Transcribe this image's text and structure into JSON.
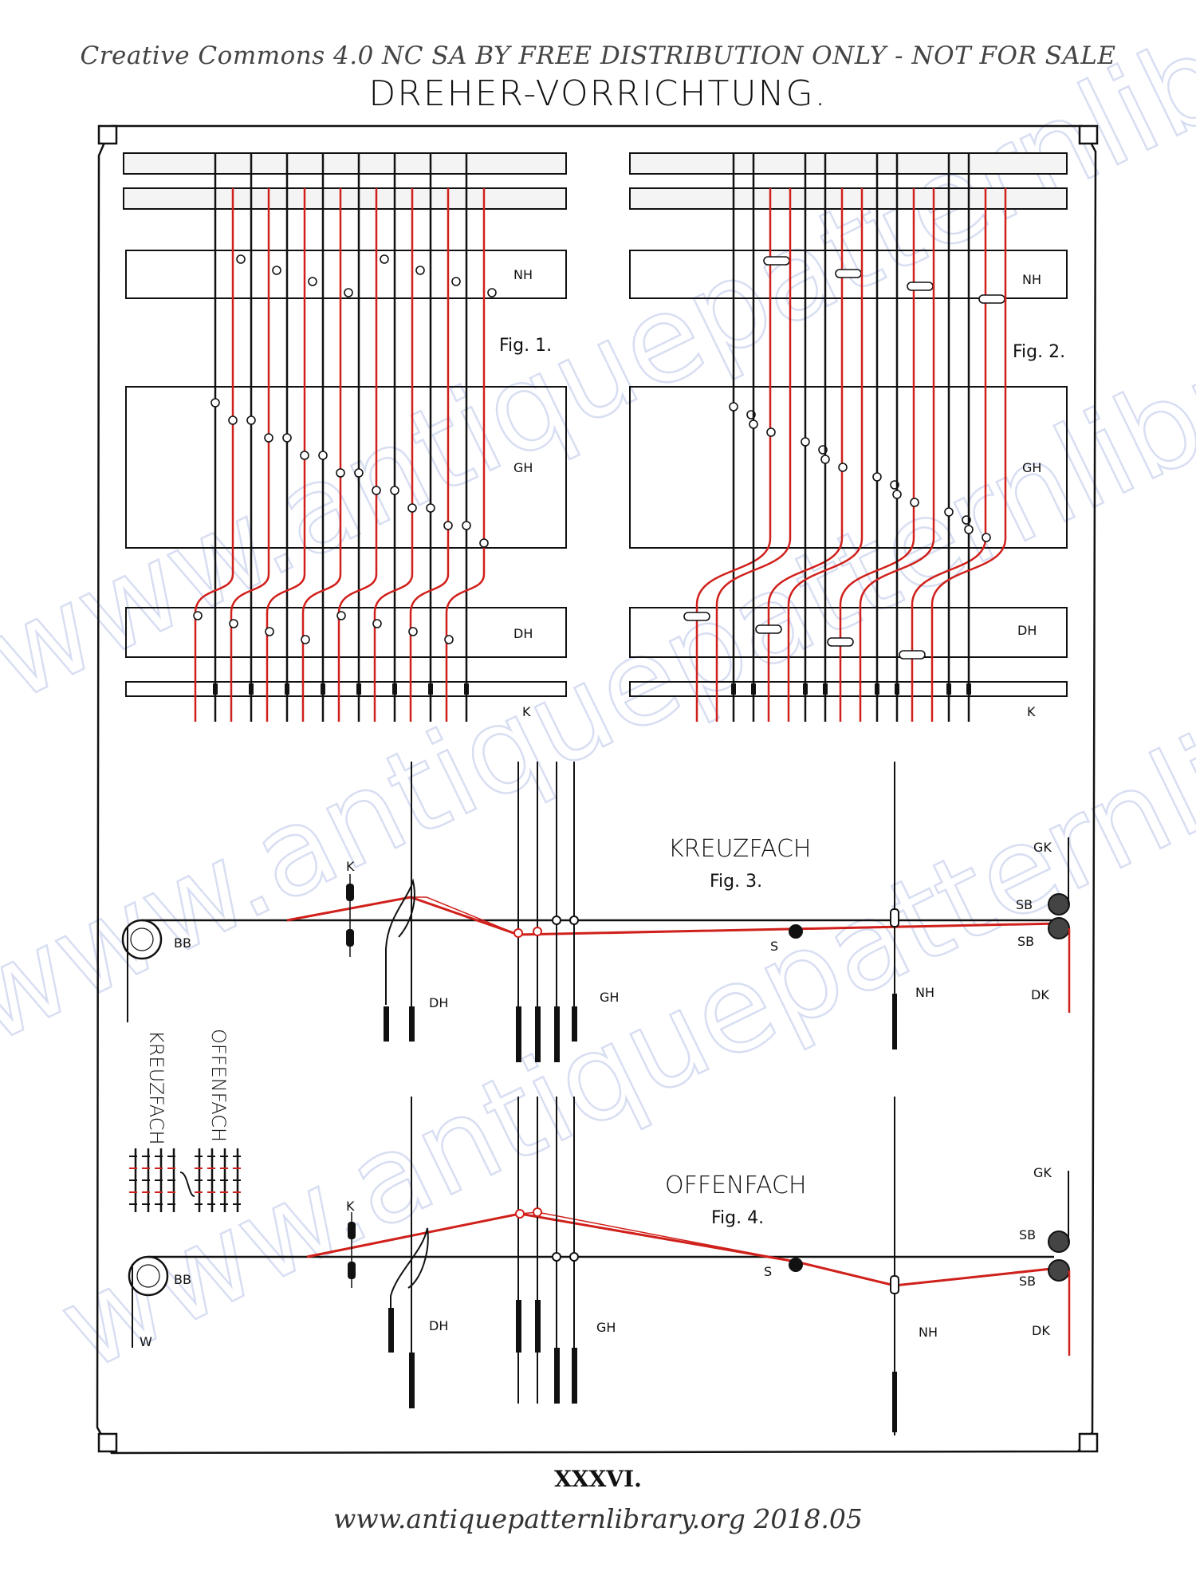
{
  "header": {
    "license": "Creative Commons 4.0 NC SA BY FREE DISTRIBUTION ONLY - NOT FOR SALE",
    "title": "DREHER-VORRICHTUNG."
  },
  "fig1": {
    "label": "Fig. 1.",
    "nh": "NH",
    "gh": "GH",
    "dh": "DH",
    "k": "K"
  },
  "fig2": {
    "label": "Fig. 2.",
    "nh": "NH",
    "gh": "GH",
    "dh": "DH",
    "k": "K"
  },
  "fig3": {
    "name": "KREUZFACH",
    "label": "Fig. 3.",
    "k": "K",
    "bb": "BB",
    "dh": "DH",
    "gh": "GH",
    "s": "S",
    "nh": "NH",
    "gk": "GK",
    "sb1": "SB",
    "sb2": "SB",
    "dk": "DK"
  },
  "fig4": {
    "name": "OFFENFACH",
    "label": "Fig. 4.",
    "k": "K",
    "bb": "BB",
    "w": "W",
    "dh": "DH",
    "gh": "GH",
    "s": "S",
    "nh": "NH",
    "gk": "GK",
    "sb1": "SB",
    "sb2": "SB",
    "dk": "DK"
  },
  "inset": {
    "left": "KREUZFACH",
    "right": "OFFENFACH"
  },
  "plate_number": "XXXVI.",
  "footer": "www.antiquepatternlibrary.org 2018.05",
  "watermark": {
    "text": "www.antiquepatternlibrary.org"
  },
  "colors": {
    "ink": "#111111",
    "red": "#d0201b",
    "watermark": "#b9c4e8"
  }
}
